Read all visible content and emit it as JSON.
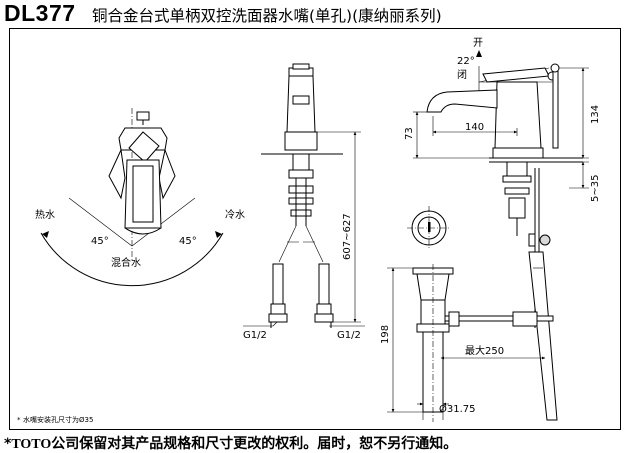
{
  "header": {
    "model": "DL377",
    "title": "铜合金台式单柄双控洗面器水嘴(单孔)(康纳丽系列)"
  },
  "views": {
    "top": {
      "hot_label": "热水",
      "cold_label": "冷水",
      "mixed_label": "混合水",
      "angle_left": "45°",
      "angle_right": "45°"
    },
    "front": {
      "height_range": "607~627",
      "thread_left": "G1/2",
      "thread_right": "G1/2"
    },
    "side": {
      "open_label": "开",
      "close_label": "闭",
      "lever_angle": "22°",
      "dim_spout_height": "73",
      "dim_spout_reach": "140",
      "dim_total_height": "134",
      "dim_deck_thickness": "5~35"
    },
    "drain": {
      "dim_drain_height": "198",
      "dim_max_reach": "最大250",
      "dim_diameter": "Ø31.75"
    }
  },
  "notes": {
    "hole_size": "水嘴安装孔尺寸为Ø35",
    "disclaimer_brand": "TOTO",
    "disclaimer_text": "公司保留对其产品规格和尺寸更改的权利。届时，恕不另行通知。",
    "asterisk": "*"
  }
}
